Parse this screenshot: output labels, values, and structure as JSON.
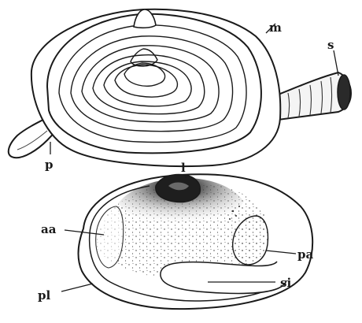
{
  "figure": {
    "labels": {
      "mantle": "m",
      "siphon": "s",
      "foot": "p",
      "ligament": "l",
      "anterior_adductor": "aa",
      "posterior_adductor": "pa",
      "pallial_line": "pl",
      "pallial_sinus": "si"
    },
    "colors": {
      "ink": "#1a1a1a",
      "paper": "#ffffff",
      "shade_dark": "#2a2a2a",
      "shade_mid": "#8a8a8a"
    }
  }
}
